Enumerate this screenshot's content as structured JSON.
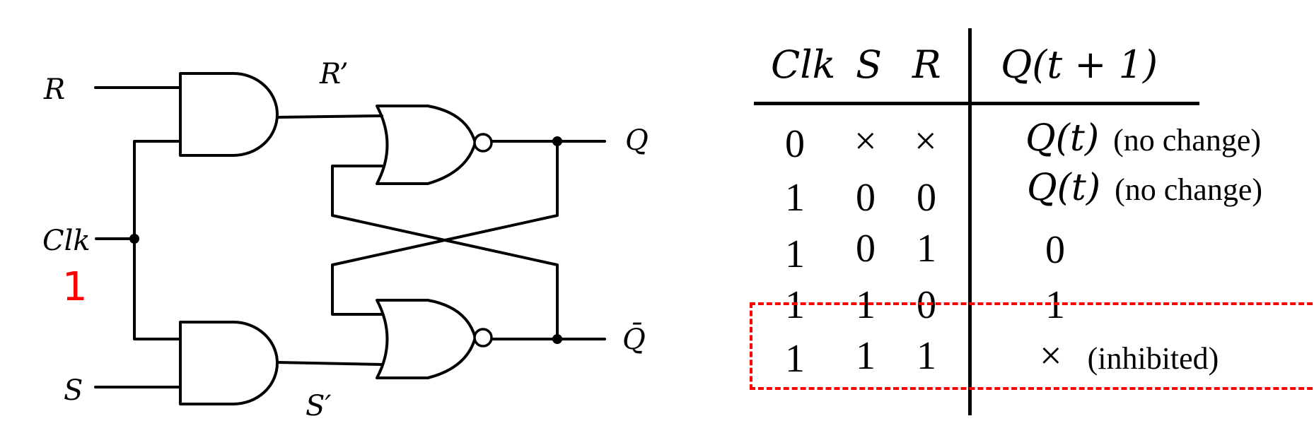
{
  "circuit": {
    "labels": {
      "r": "R",
      "r_prime": "R’",
      "clk": "Clk",
      "clk_value": "1",
      "s": "S",
      "s_prime": "S′",
      "q": "Q",
      "q_bar": "Q̄"
    },
    "highlight_color": "#ff0000"
  },
  "truth_table": {
    "headers": {
      "clk": "Clk",
      "s": "S",
      "r": "R",
      "next": "Q(t + 1)"
    },
    "rows": [
      {
        "clk": "0",
        "s": "×",
        "r": "×",
        "out": "Q(t)",
        "note": "(no change)"
      },
      {
        "clk": "1",
        "s": "0",
        "r": "0",
        "out": "Q(t)",
        "note": "(no change)"
      },
      {
        "clk": "1",
        "s": "0",
        "r": "1",
        "out": "0",
        "note": ""
      },
      {
        "clk": "1",
        "s": "1",
        "r": "0",
        "out": "1",
        "note": ""
      },
      {
        "clk": "1",
        "s": "1",
        "r": "1",
        "out": "×",
        "note": "(inhibited)"
      }
    ],
    "highlighted_row": 4
  }
}
